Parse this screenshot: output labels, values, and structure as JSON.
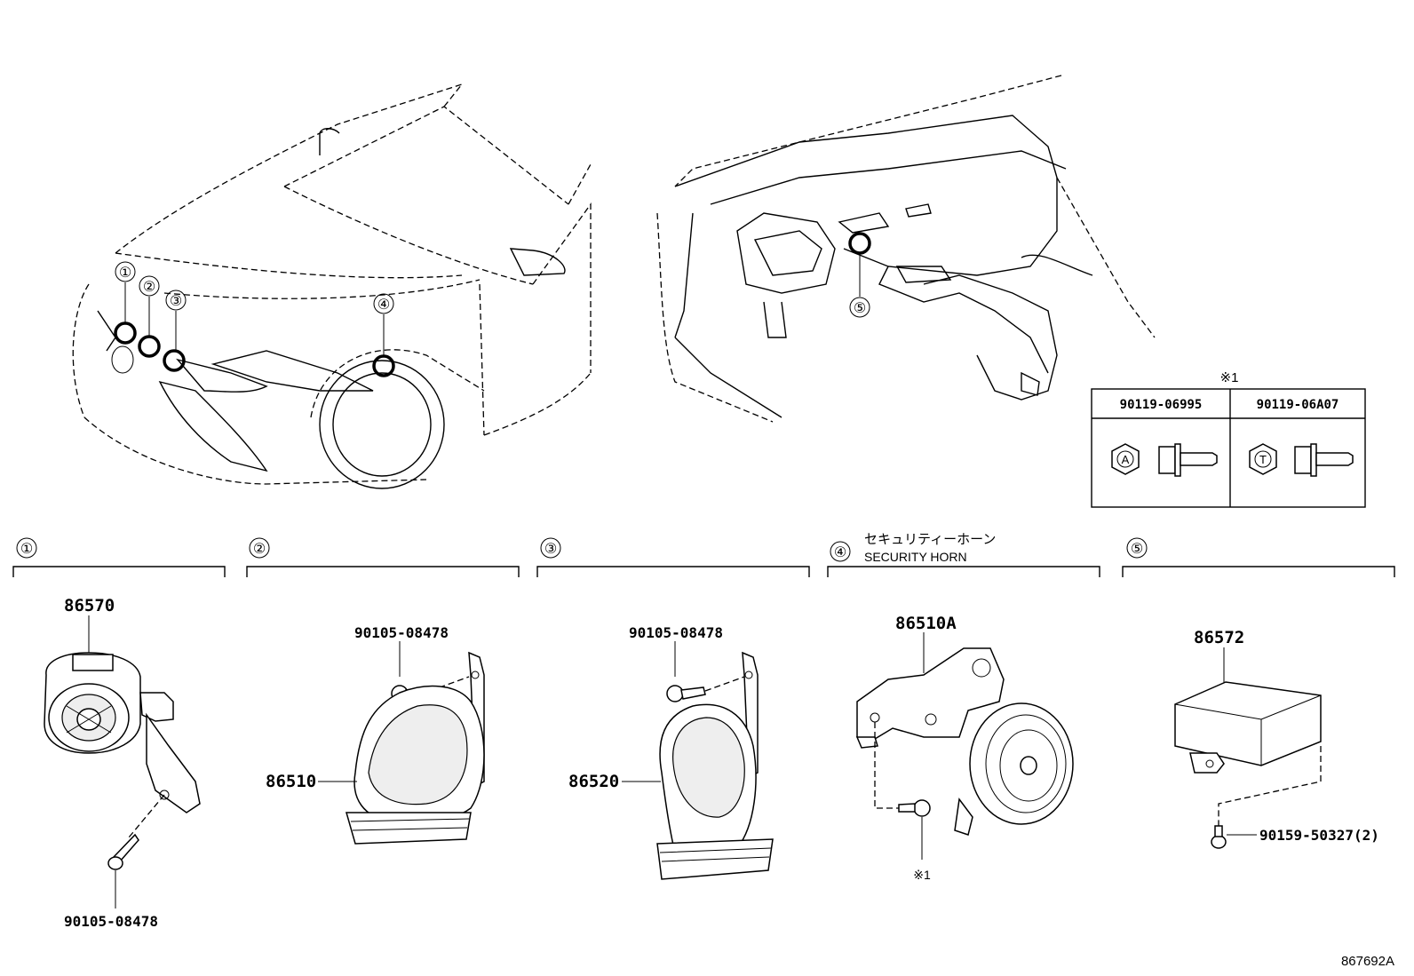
{
  "diagram_code": "867692A",
  "callouts": [
    {
      "num": "①"
    },
    {
      "num": "②"
    },
    {
      "num": "③"
    },
    {
      "num": "④"
    },
    {
      "num": "⑤"
    }
  ],
  "sections": [
    {
      "num": "①",
      "title_ja": "",
      "title_en": "",
      "main_part": "86570",
      "bolt": "90105-08478"
    },
    {
      "num": "②",
      "title_ja": "",
      "title_en": "",
      "main_part": "86510",
      "bolt": "90105-08478"
    },
    {
      "num": "③",
      "title_ja": "",
      "title_en": "",
      "main_part": "86520",
      "bolt": "90105-08478"
    },
    {
      "num": "④",
      "title_ja": "セキュリティーホーン",
      "title_en": "SECURITY HORN",
      "main_part": "86510A",
      "bolt_ref": "※1"
    },
    {
      "num": "⑤",
      "title_ja": "",
      "title_en": "",
      "main_part": "86572",
      "bolt": "90159-50327(2)"
    }
  ],
  "ref_table": {
    "note": "※1",
    "columns": [
      {
        "part": "90119-06995",
        "mark": "A"
      },
      {
        "part": "90119-06A07",
        "mark": "T"
      }
    ]
  }
}
